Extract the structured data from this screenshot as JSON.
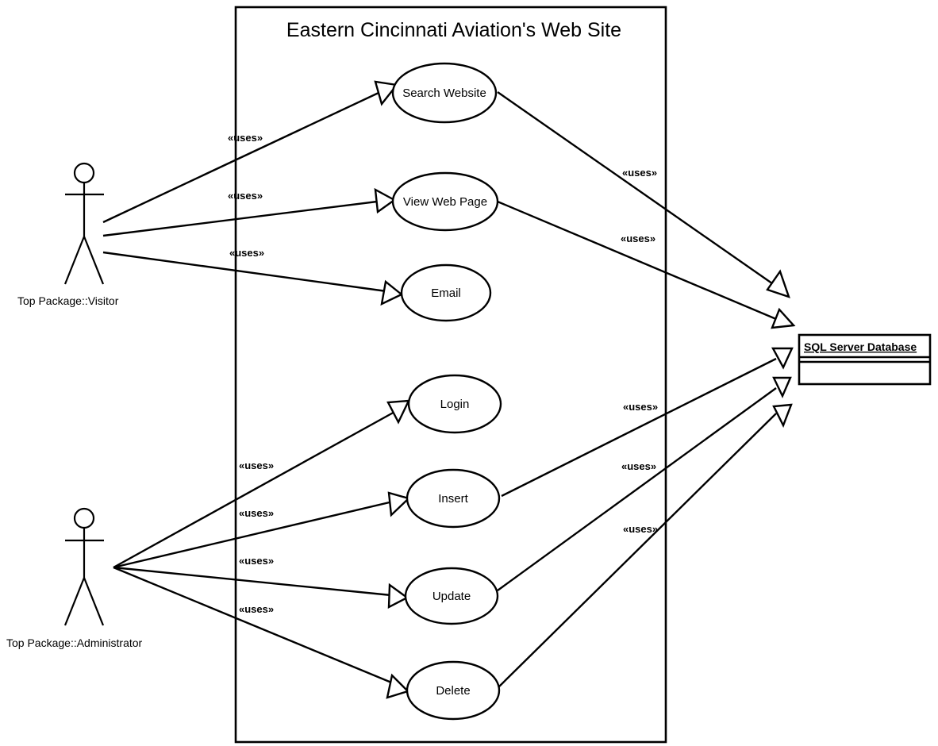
{
  "system": {
    "title": "Eastern Cincinnati Aviation's Web Site"
  },
  "actors": {
    "visitor": {
      "label": "Top Package::Visitor"
    },
    "administrator": {
      "label": "Top Package::Administrator"
    }
  },
  "use_cases": {
    "search": {
      "label": "Search Website"
    },
    "view": {
      "label": "View Web Page"
    },
    "email": {
      "label": "Email"
    },
    "login": {
      "label": "Login"
    },
    "insert": {
      "label": "Insert"
    },
    "update": {
      "label": "Update"
    },
    "delete": {
      "label": "Delete"
    }
  },
  "database": {
    "label": "SQL Server Database"
  },
  "relationship": {
    "stereotype": "«uses»"
  }
}
